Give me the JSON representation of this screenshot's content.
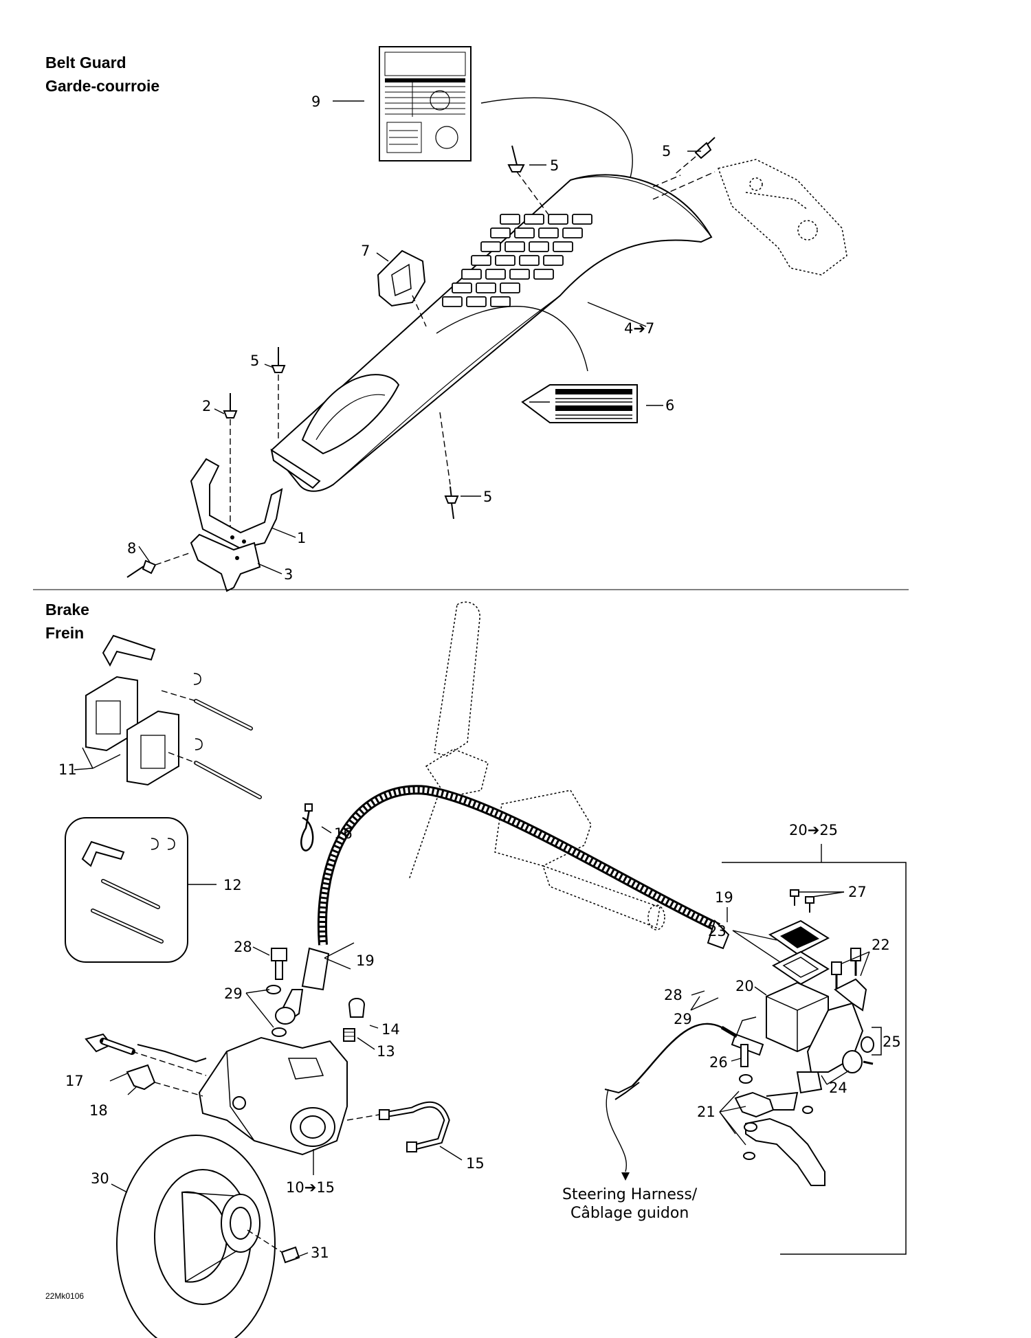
{
  "sections": {
    "belt_guard": {
      "title_en": "Belt Guard",
      "title_fr": "Garde-courroie"
    },
    "brake": {
      "title_en": "Brake",
      "title_fr": "Frein"
    }
  },
  "callouts": {
    "c1": "1",
    "c2": "2",
    "c3": "3",
    "c4": "4➔7",
    "c5a": "5",
    "c5b": "5",
    "c5c": "5",
    "c5d": "5",
    "c6": "6",
    "c7": "7",
    "c8": "8",
    "c9": "9",
    "c10": "10➔15",
    "c11": "11",
    "c12": "12",
    "c13": "13",
    "c14": "14",
    "c15": "15",
    "c16": "16",
    "c17": "17",
    "c18": "18",
    "c19a": "19",
    "c19b": "19",
    "c20": "20",
    "c20_25": "20➔25",
    "c21": "21",
    "c22": "22",
    "c23": "23",
    "c24": "24",
    "c25": "25",
    "c26": "26",
    "c27": "27",
    "c28a": "28",
    "c28b": "28",
    "c29a": "29",
    "c29b": "29",
    "c30": "30",
    "c31": "31"
  },
  "harness_note": {
    "line1": "Steering Harness/",
    "line2": "Câblage guidon"
  },
  "drawing_code": "22Mk0106"
}
